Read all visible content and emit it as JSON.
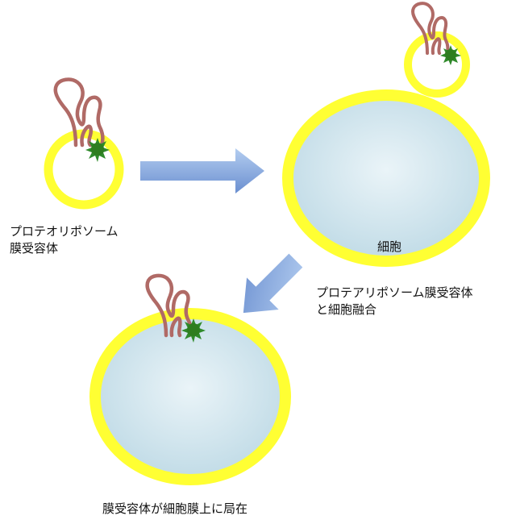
{
  "labels": {
    "proteoliposome": [
      "プロテオリポソーム",
      "膜受容体"
    ],
    "cell": "細胞",
    "fusion": [
      "プロテアリポソーム膜受容体",
      "と細胞融合"
    ],
    "localized": "膜受容体が細胞膜上に局在"
  },
  "colors": {
    "membrane": "#ffff33",
    "cell_fill": "#c5dfe9",
    "cell_highlight": "#e9f3f7",
    "receptor": "#b06a66",
    "ligand": "#2f8a2b",
    "arrow_top": "#a9c4ec",
    "arrow_bottom": "#6d90cf"
  },
  "icons": {
    "receptor": "receptor-loop-icon",
    "ligand": "green-star-ligand-icon",
    "arrow": "block-arrow-icon"
  }
}
